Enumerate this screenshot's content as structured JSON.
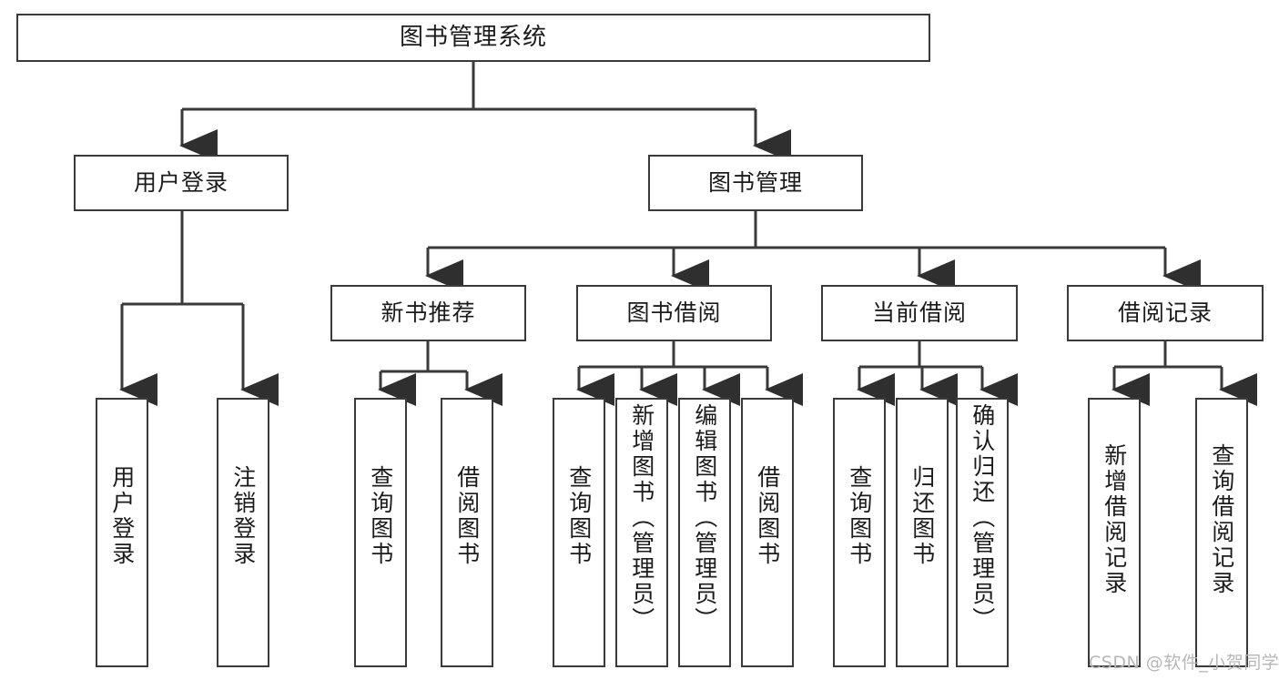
{
  "diagram": {
    "title": "图书管理系统",
    "type": "tree",
    "palette": {
      "stroke": "#3a3a3a",
      "fill": "#ffffff",
      "text": "#1b1b1b",
      "watermark": "#b7b7b7",
      "background": "#ffffff"
    },
    "root": {
      "label": "图书管理系统"
    },
    "level2": [
      {
        "label": "用户登录"
      },
      {
        "label": "图书管理"
      }
    ],
    "level3": [
      {
        "label": "新书推荐"
      },
      {
        "label": "图书借阅"
      },
      {
        "label": "当前借阅"
      },
      {
        "label": "借阅记录"
      }
    ],
    "leaves": {
      "user_login": [
        {
          "label": "用户登录"
        },
        {
          "label": "注销登录"
        }
      ],
      "new_book": [
        {
          "label": "查询图书"
        },
        {
          "label": "借阅图书"
        }
      ],
      "book_borrow": [
        {
          "label": "查询图书"
        },
        {
          "label": "新增图书（管理员）"
        },
        {
          "label": "编辑图书（管理员）"
        },
        {
          "label": "借阅图书"
        }
      ],
      "current_borrow": [
        {
          "label": "查询图书"
        },
        {
          "label": "归还图书"
        },
        {
          "label": "确认归还（管理员）"
        }
      ],
      "borrow_record": [
        {
          "label": "新增借阅记录"
        },
        {
          "label": "查询借阅记录"
        }
      ]
    }
  },
  "watermark": {
    "text": "CSDN @软件_小贺同学"
  }
}
